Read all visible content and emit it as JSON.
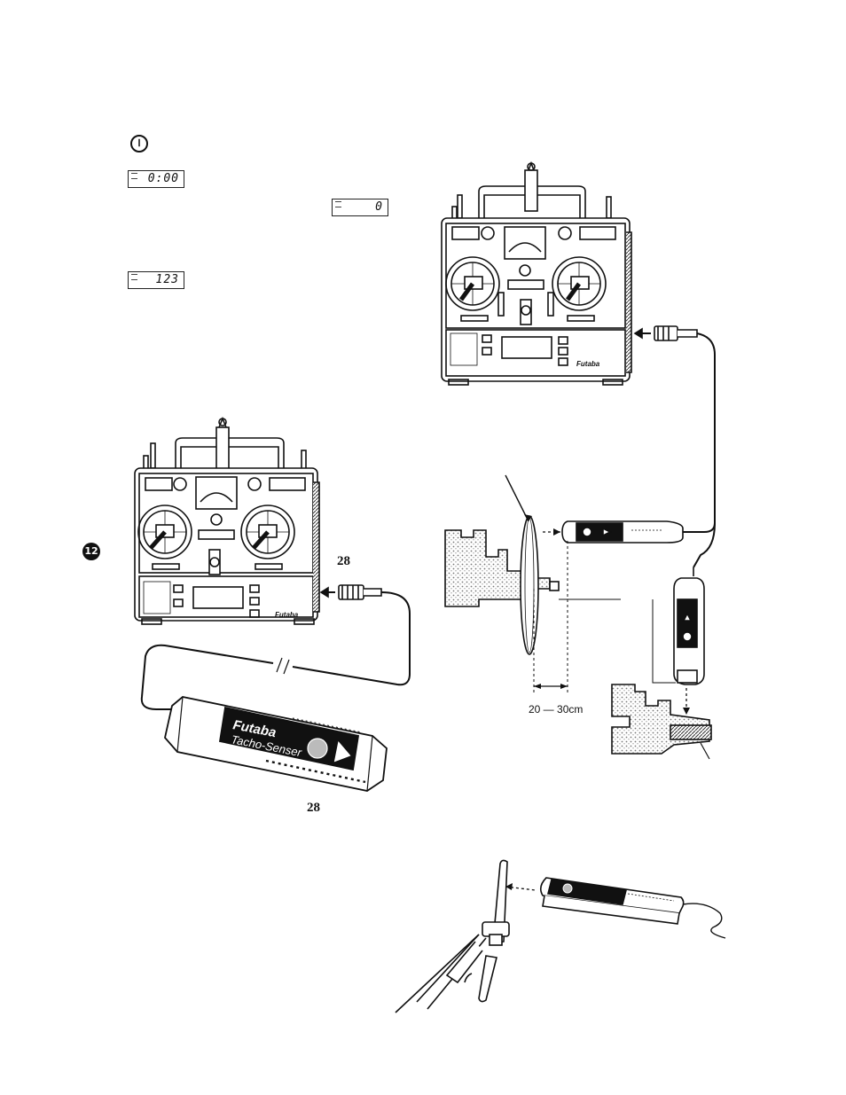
{
  "markers": {
    "step_i": "Ⅰ",
    "step_12": "12"
  },
  "lcd_displays": [
    {
      "id": "lcd-timer",
      "digits": "0:00"
    },
    {
      "id": "lcd-zero",
      "digits": "0"
    },
    {
      "id": "lcd-123",
      "digits": "123"
    }
  ],
  "refs": {
    "ref_top": "28",
    "ref_bottom": "28"
  },
  "measure": {
    "distance": "20 — 30cm"
  },
  "brand": {
    "maker": "Futaba",
    "sensor_name": "Tacho-Senser"
  },
  "colors": {
    "ink": "#111111",
    "paper": "#ffffff",
    "stipple": "#bbbbbb"
  }
}
